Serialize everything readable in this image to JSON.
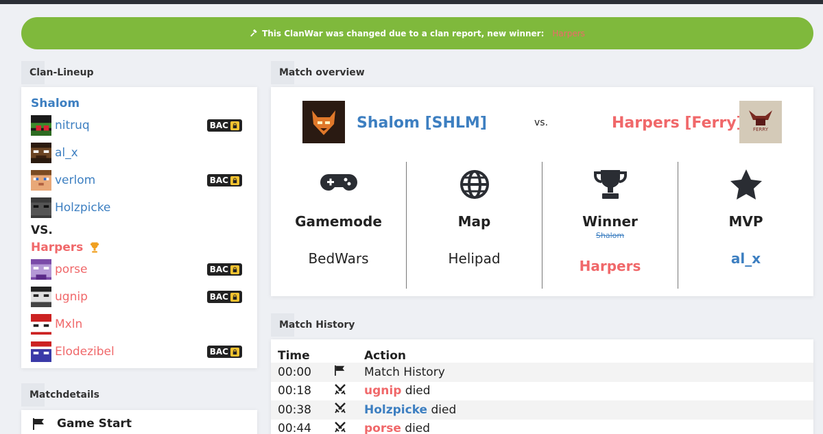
{
  "alert": {
    "text": "This ClanWar was changed due to a clan report, new winner:",
    "winner": "Harpers"
  },
  "lineup": {
    "heading": "Clan-Lineup",
    "team1": {
      "name": "Shalom",
      "players": [
        {
          "name": "nitruq",
          "bac": true
        },
        {
          "name": "al_x",
          "bac": false
        },
        {
          "name": "verlom",
          "bac": true
        },
        {
          "name": "Holzpicke",
          "bac": false
        }
      ]
    },
    "vs": "VS.",
    "team2": {
      "name": "Harpers",
      "players": [
        {
          "name": "porse",
          "bac": true
        },
        {
          "name": "ugnip",
          "bac": true
        },
        {
          "name": "Mxln",
          "bac": false
        },
        {
          "name": "Elodezibel",
          "bac": true
        }
      ]
    },
    "bac_label": "BAC"
  },
  "details": {
    "heading": "Matchdetails",
    "first_item": "Game Start"
  },
  "overview": {
    "heading": "Match overview",
    "team1": "Shalom [SHLM]",
    "vs": "vs.",
    "team2": "Harpers [Ferry]",
    "team2_logo_text": "FERRY",
    "gamemode_title": "Gamemode",
    "gamemode_value": "BedWars",
    "map_title": "Map",
    "map_value": "Helipad",
    "winner_title": "Winner",
    "winner_old": "Shalom",
    "winner_new": "Harpers",
    "mvp_title": "MVP",
    "mvp_value": "al_x"
  },
  "history": {
    "heading": "Match History",
    "col_time": "Time",
    "col_action": "Action",
    "rows": [
      {
        "time": "00:00",
        "icon": "flag-icon",
        "player": "",
        "action": "Match History",
        "team": ""
      },
      {
        "time": "00:18",
        "icon": "swords-icon",
        "player": "ugnip",
        "action": "died",
        "team": "red"
      },
      {
        "time": "00:38",
        "icon": "swords-icon",
        "player": "Holzpicke",
        "action": "died",
        "team": "blue"
      },
      {
        "time": "00:44",
        "icon": "swords-icon",
        "player": "porse",
        "action": "died",
        "team": "red"
      }
    ]
  },
  "colors": {
    "alert_bg": "#7fb93c",
    "team1": "#3d7fc1",
    "team2": "#f0686a"
  }
}
